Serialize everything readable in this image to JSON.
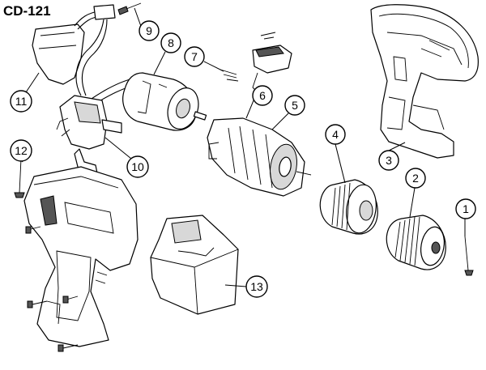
{
  "title": "CD-121",
  "callouts": [
    {
      "label": "1"
    },
    {
      "label": "2"
    },
    {
      "label": "3"
    },
    {
      "label": "4"
    },
    {
      "label": "5"
    },
    {
      "label": "6"
    },
    {
      "label": "7"
    },
    {
      "label": "8"
    },
    {
      "label": "9"
    },
    {
      "label": "10"
    },
    {
      "label": "11"
    },
    {
      "label": "12"
    },
    {
      "label": "13"
    }
  ]
}
